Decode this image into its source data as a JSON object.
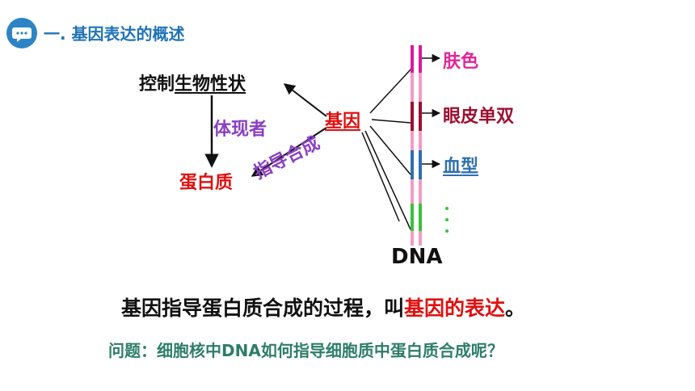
{
  "header": {
    "title": "一. 基因表达的概述",
    "icon": "chat-bubble-icon",
    "icon_color": "#2c84c6",
    "title_color": "#1f73b7"
  },
  "diagram": {
    "control_prefix": "控制",
    "control_underlined": "生物性状",
    "embody_label": "体现者",
    "gene_label": "基因",
    "protein_label": "蛋白质",
    "guide_label": "指导合成",
    "traits": [
      "肤色",
      "眼皮单双",
      "血型"
    ],
    "ellipsis": "⋮",
    "dna_label": "DNA",
    "colors": {
      "red": "#e01010",
      "purple": "#8a3fc2",
      "skin": "#e0259a",
      "eyelid": "#9c1030",
      "blood": "#2f6fb0",
      "dna_strand": "#f29cc4",
      "dots": "#39c13b"
    }
  },
  "sentence": {
    "prefix": "基因指导蛋白质合成的过程，叫",
    "highlight": "基因的表达",
    "suffix": "。"
  },
  "question": "问题：细胞核中DNA如何指导细胞质中蛋白质合成呢？"
}
